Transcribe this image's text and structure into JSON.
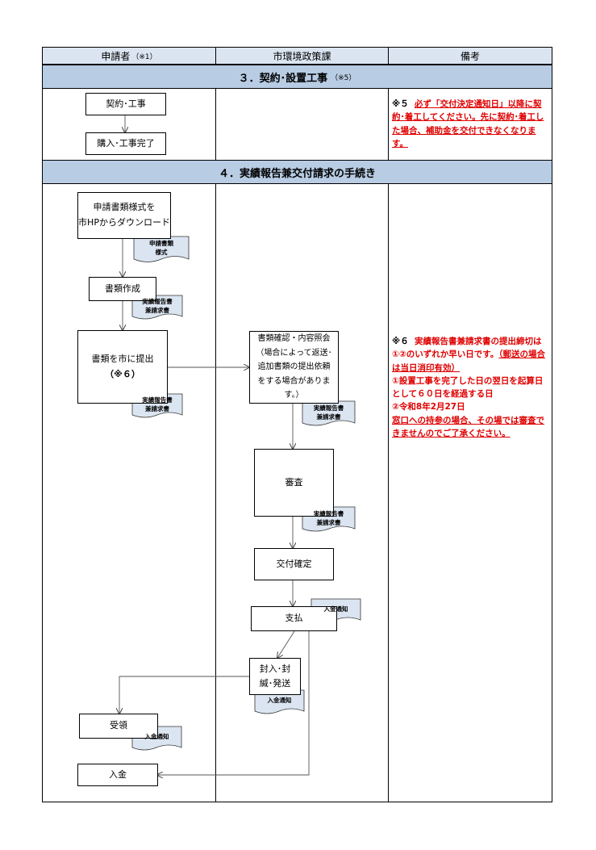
{
  "columns": [
    "申請者",
    "市環境政策課",
    "備考"
  ],
  "col1_note": "（※1）",
  "section3": {
    "title": "３．契約･設置工事",
    "note": "（※5）"
  },
  "section4": {
    "title": "４．実績報告兼交付請求の手続き"
  },
  "note5": {
    "mark": "※５",
    "text": "必ず「交付決定通知日」以降に契約･着工してください。先に契約･着工した場合、補助金を交付できなくなります。"
  },
  "note6": {
    "mark": "※６",
    "line1": "実績報告書兼請求書の提出締切は",
    "line2": "①②のいずれか早い日です。",
    "line2b": "（郵送の場合は当日消印有効）",
    "line3": "①設置工事を完了した日の翌日を起算日として６０日を経過する日",
    "line4": "②令和8年2月27日",
    "line5": "窓口への持参の場合、その場では審査できませんのでご了承ください。"
  },
  "boxes": {
    "keiyaku": "契約･工事",
    "konyu": "購入･工事完了",
    "download_1": "申請書類様式を",
    "download_2": "市HPからダウンロード",
    "sakusei": "書類作成",
    "teishutsu": "書類を市に提出",
    "teishutsu_note": "（※６）",
    "kakunin": "書類確認・内容照会（場合によって返送･追加書類の提出依頼をする場合があります。）",
    "shinsa": "審査",
    "kakutei": "交付確定",
    "shiharai": "支払",
    "fuunyu": "封入･封緘･発送",
    "juryo": "受領",
    "nyukin": "入金"
  },
  "docs": {
    "shinsei_1": "申請書類",
    "shinsei_2": "様式",
    "jisseki_1": "実績報告書",
    "jisseki_2": "兼請求書",
    "nyukin_tsuchi": "入金通知"
  }
}
